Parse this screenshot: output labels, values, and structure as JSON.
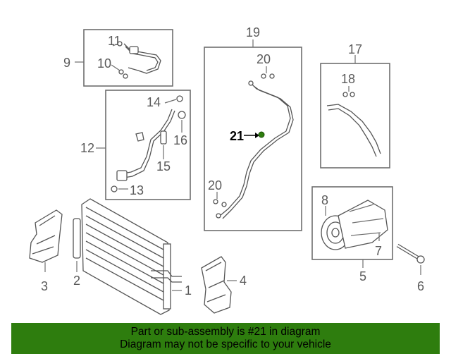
{
  "callouts": {
    "c1": "1",
    "c2": "2",
    "c3": "3",
    "c4": "4",
    "c5": "5",
    "c6": "6",
    "c7": "7",
    "c8": "8",
    "c9": "9",
    "c10": "10",
    "c11": "11",
    "c12": "12",
    "c13": "13",
    "c14": "14",
    "c15": "15",
    "c16": "16",
    "c17": "17",
    "c18": "18",
    "c19": "19",
    "c20a": "20",
    "c20b": "20",
    "c21": "21"
  },
  "highlight_color": "#2e7d0e",
  "banner": {
    "line1": "Part or sub-assembly is #21 in diagram",
    "line2": "Diagram may not be specific to your vehicle"
  }
}
